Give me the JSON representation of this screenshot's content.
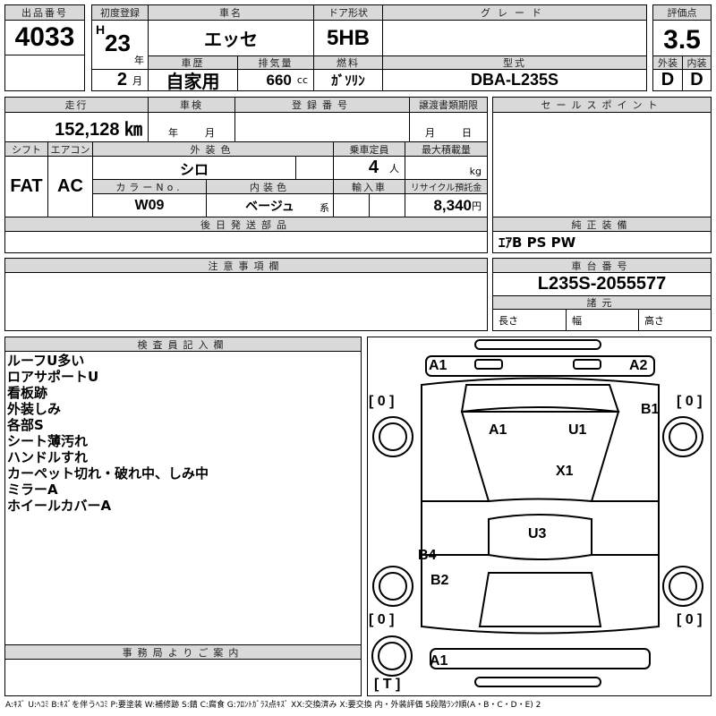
{
  "lot": {
    "label": "出品番号",
    "value": "4033"
  },
  "first_reg": {
    "label": "初度登録",
    "era": "H",
    "year": "23",
    "year_unit": "年",
    "month": "2",
    "month_unit": "月"
  },
  "car_name": {
    "label": "車名",
    "value": "エッセ"
  },
  "door": {
    "label": "ドア形状",
    "value": "5HB"
  },
  "grade": {
    "label": "グレード",
    "value": ""
  },
  "score": {
    "label": "評価点",
    "value": "3.5",
    "ext_label": "外装",
    "int_label": "内装",
    "ext": "D",
    "int": "D"
  },
  "history": {
    "label": "車歴",
    "value": "自家用"
  },
  "displacement": {
    "label": "排気量",
    "value": "660",
    "unit": "cc"
  },
  "fuel": {
    "label": "燃料",
    "value": "ｶﾞｿﾘﾝ"
  },
  "model": {
    "label": "型式",
    "value": "DBA-L235S"
  },
  "mileage": {
    "label": "走行",
    "value": "152,128 ㎞"
  },
  "inspection": {
    "label": "車検",
    "year_unit": "年",
    "month_unit": "月"
  },
  "reg_no": {
    "label": "登録番号"
  },
  "transfer": {
    "label": "譲渡書類期限",
    "month_unit": "月",
    "day_unit": "日"
  },
  "shift": {
    "label": "シフト",
    "value": "FAT"
  },
  "ac": {
    "label": "エアコン",
    "value": "AC"
  },
  "ext_color": {
    "label": "外装色",
    "value": "シロ"
  },
  "capacity": {
    "label": "乗車定員",
    "value": "4",
    "unit": "人"
  },
  "max_load": {
    "label": "最大積載量",
    "unit": "kg"
  },
  "color_no": {
    "label": "カラーNo.",
    "value": "W09"
  },
  "int_color": {
    "label": "内装色",
    "value": "ベージュ",
    "unit": "系"
  },
  "import": {
    "label": "輸入車"
  },
  "recycle": {
    "label": "リサイクル預託金",
    "value": "8,340",
    "unit": "円"
  },
  "later_parts": {
    "label": "後日発送部品"
  },
  "sales_point": {
    "label": "セールスポイント"
  },
  "equipment": {
    "label": "純正装備",
    "value": "ｴｱB PS PW"
  },
  "caution": {
    "label": "注意事項欄"
  },
  "chassis": {
    "label": "車台番号",
    "value": "L235S-2055577",
    "spec_label": "諸元",
    "length": "長さ",
    "width": "幅",
    "height": "高さ"
  },
  "inspector": {
    "label": "検査員記入欄",
    "lines": [
      "ルーフU多い",
      "ロアサポートU",
      "看板跡",
      "外装しみ",
      "各部S",
      "シート薄汚れ",
      "ハンドルすれ",
      "カーペット切れ・破れ中、しみ中",
      "ミラーA",
      "ホイールカバーA"
    ]
  },
  "office": {
    "label": "事務局よりご案内"
  },
  "diagram": {
    "marks": [
      "A1",
      "A2",
      "[ 0 ]",
      "[ 0 ]",
      "B1",
      "A1",
      "U1",
      "X1",
      "U3",
      "B4",
      "B2",
      "[ 0 ]",
      "[ 0 ]",
      "A1",
      "[ T ]"
    ]
  },
  "legend": "A:ｷｽﾞ U:ﾍｺﾐ B:ｷｽﾞを伴うﾍｺﾐ P:要塗装 W:補修跡 S:錆 C:腐食 G:ﾌﾛﾝﾄｶﾞﾗｽ点ｷｽﾞ XX:交換済み X:要交換 内・外装評価 5段階ﾗﾝｸ順(A・B・C・D・E) 2"
}
